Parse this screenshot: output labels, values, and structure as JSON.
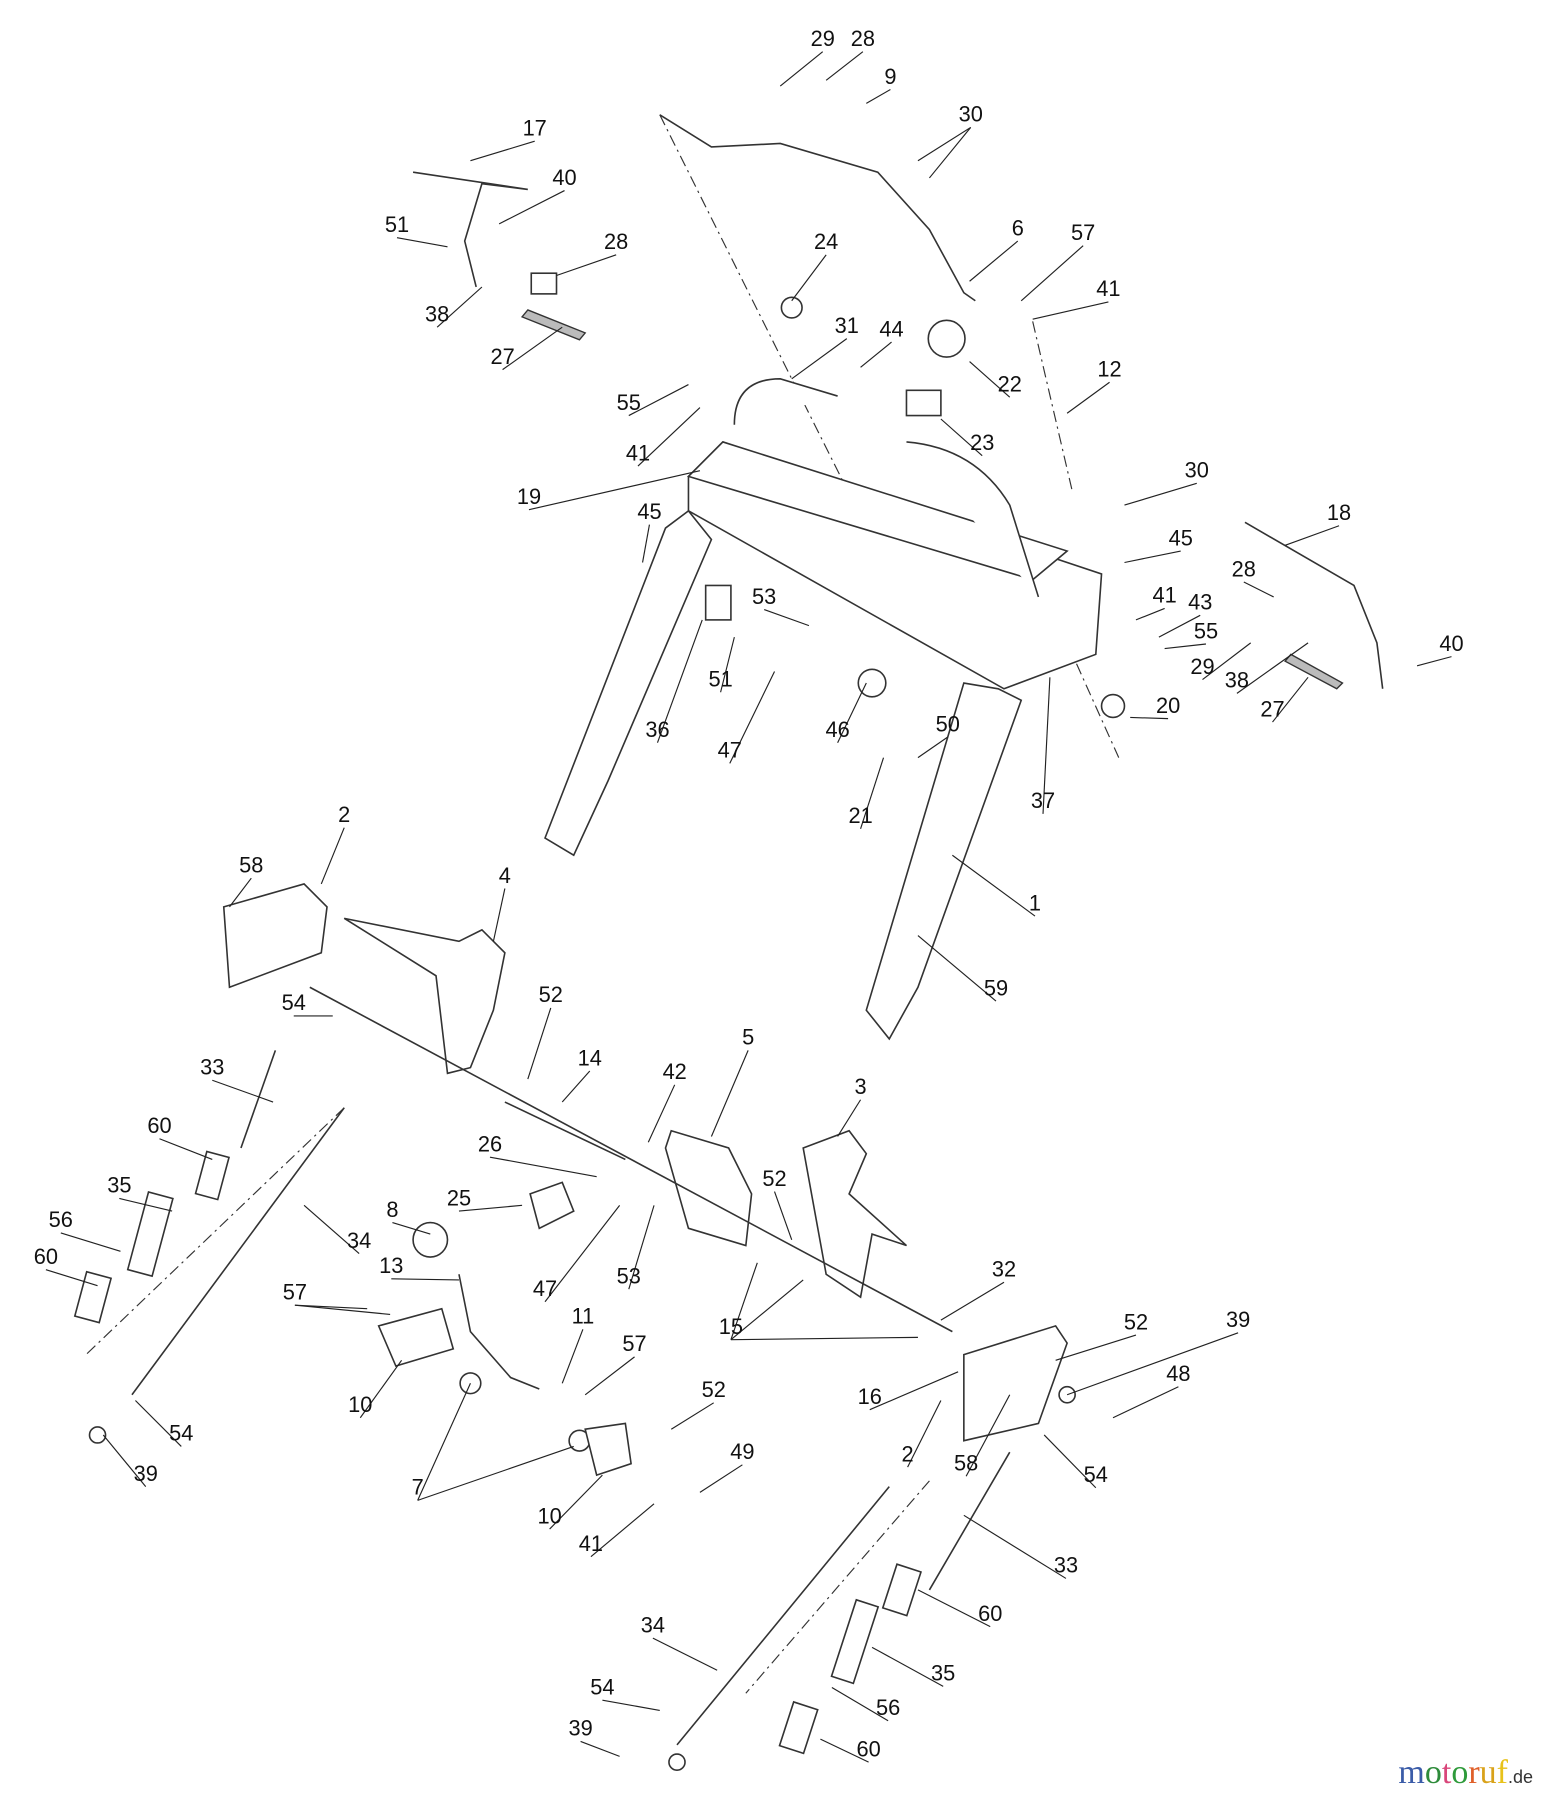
{
  "diagram": {
    "callouts": [
      "29",
      "28",
      "9",
      "30",
      "17",
      "40",
      "51",
      "28",
      "38",
      "27",
      "24",
      "6",
      "57",
      "41",
      "31",
      "44",
      "22",
      "55",
      "41",
      "23",
      "12",
      "19",
      "30",
      "45",
      "45",
      "18",
      "28",
      "41",
      "43",
      "55",
      "29",
      "38",
      "40",
      "27",
      "20",
      "37",
      "53",
      "51",
      "36",
      "47",
      "46",
      "50",
      "21",
      "1",
      "59",
      "2",
      "58",
      "4",
      "54",
      "52",
      "14",
      "33",
      "5",
      "42",
      "3",
      "60",
      "26",
      "35",
      "25",
      "56",
      "34",
      "8",
      "60",
      "52",
      "13",
      "47",
      "53",
      "57",
      "15",
      "32",
      "11",
      "57",
      "39",
      "52",
      "10",
      "16",
      "48",
      "54",
      "2",
      "58",
      "54",
      "7",
      "52",
      "49",
      "39",
      "10",
      "41",
      "33",
      "60",
      "34",
      "35",
      "54",
      "56",
      "39",
      "60"
    ]
  },
  "watermark": {
    "letters": [
      "m",
      "o",
      "t",
      "o",
      "r",
      "u",
      "f"
    ],
    "colors": [
      "#3b5ca8",
      "#2e8b3a",
      "#d9467a",
      "#2e9a3a",
      "#e0602a",
      "#d9a21a",
      "#e8c21a"
    ],
    "suffix": ".de"
  }
}
